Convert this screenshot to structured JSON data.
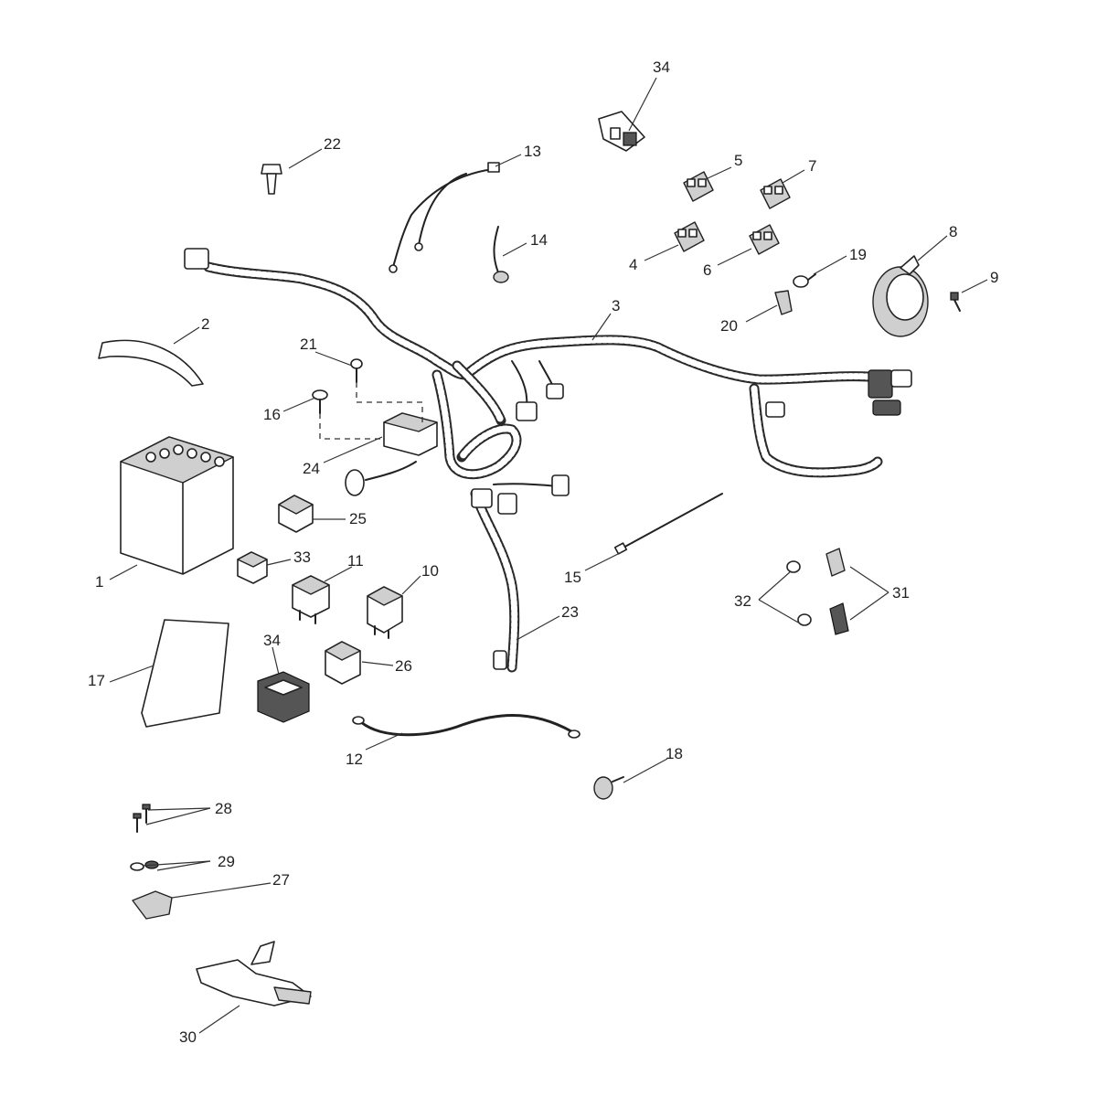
{
  "callouts": [
    {
      "id": "c1",
      "label": "1"
    },
    {
      "id": "c2",
      "label": "2"
    },
    {
      "id": "c3",
      "label": "3"
    },
    {
      "id": "c4",
      "label": "4"
    },
    {
      "id": "c5",
      "label": "5"
    },
    {
      "id": "c6",
      "label": "6"
    },
    {
      "id": "c7",
      "label": "7"
    },
    {
      "id": "c8",
      "label": "8"
    },
    {
      "id": "c9",
      "label": "9"
    },
    {
      "id": "c10",
      "label": "10"
    },
    {
      "id": "c11",
      "label": "11"
    },
    {
      "id": "c12",
      "label": "12"
    },
    {
      "id": "c13",
      "label": "13"
    },
    {
      "id": "c14",
      "label": "14"
    },
    {
      "id": "c15",
      "label": "15"
    },
    {
      "id": "c16",
      "label": "16"
    },
    {
      "id": "c17",
      "label": "17"
    },
    {
      "id": "c18",
      "label": "18"
    },
    {
      "id": "c19",
      "label": "19"
    },
    {
      "id": "c20",
      "label": "20"
    },
    {
      "id": "c21",
      "label": "21"
    },
    {
      "id": "c22",
      "label": "22"
    },
    {
      "id": "c23",
      "label": "23"
    },
    {
      "id": "c24",
      "label": "24"
    },
    {
      "id": "c25",
      "label": "25"
    },
    {
      "id": "c26",
      "label": "26"
    },
    {
      "id": "c27",
      "label": "27"
    },
    {
      "id": "c28",
      "label": "28"
    },
    {
      "id": "c29",
      "label": "29"
    },
    {
      "id": "c30",
      "label": "30"
    },
    {
      "id": "c31",
      "label": "31"
    },
    {
      "id": "c32",
      "label": "32"
    },
    {
      "id": "c33",
      "label": "33"
    },
    {
      "id": "c34a",
      "label": "34"
    },
    {
      "id": "c34b",
      "label": "34"
    }
  ]
}
